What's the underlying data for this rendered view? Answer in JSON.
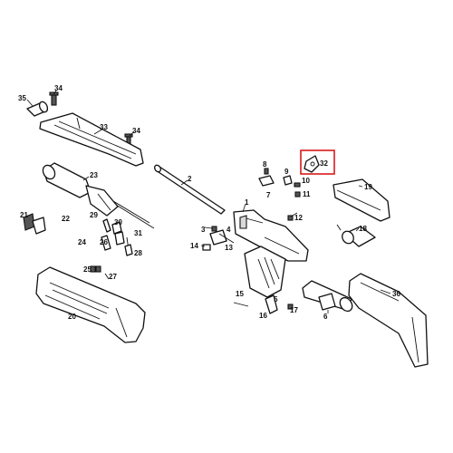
{
  "diagram": {
    "highlight_color": "#d91a1a",
    "line_color": "#111111",
    "highlighted_part": "32",
    "callouts": [
      "35",
      "34",
      "33",
      "34",
      "2",
      "23",
      "21",
      "22",
      "29",
      "30",
      "31",
      "24",
      "26",
      "28",
      "25",
      "27",
      "20",
      "8",
      "9",
      "10",
      "7",
      "11",
      "32",
      "19",
      "1",
      "12",
      "3",
      "14",
      "13",
      "18",
      "4",
      "15",
      "17",
      "16",
      "6",
      "5",
      "36"
    ]
  }
}
